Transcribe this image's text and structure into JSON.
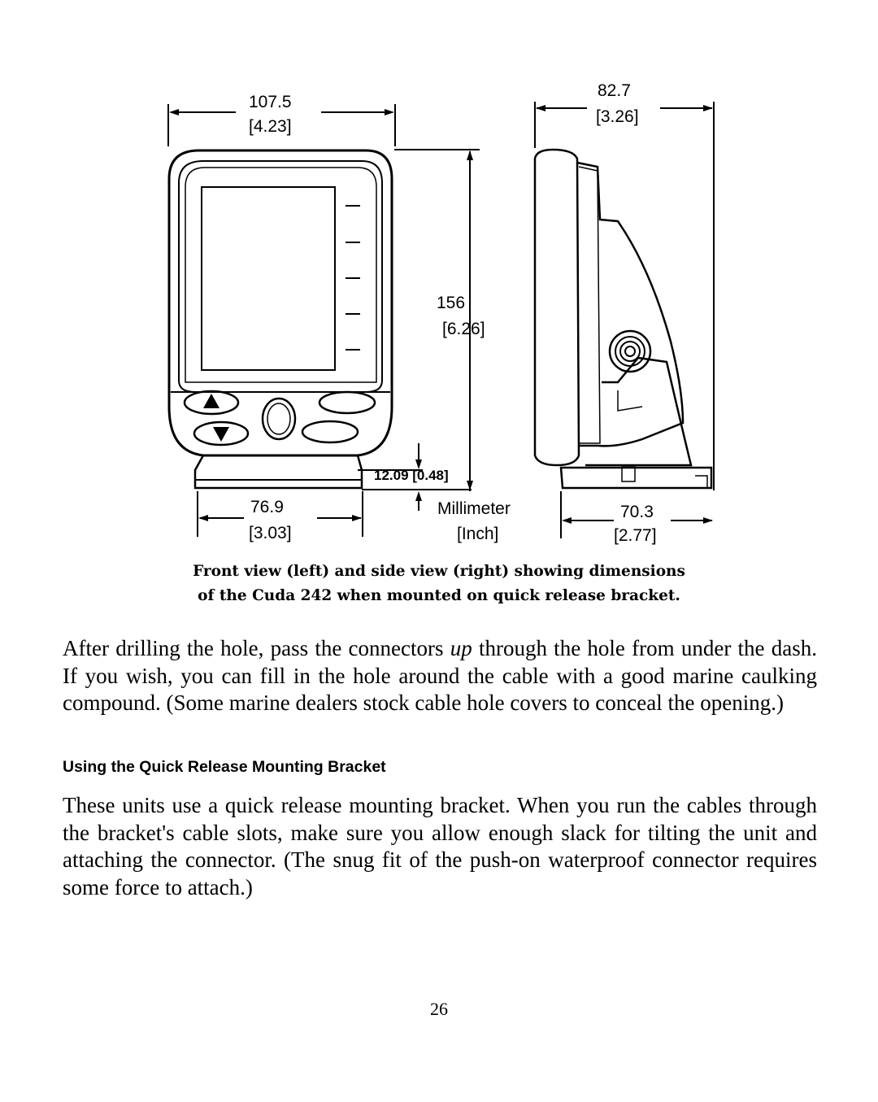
{
  "figure": {
    "width_mm": "107.5",
    "width_in": "[4.23]",
    "depth_mm": "82.7",
    "depth_in": "[3.26]",
    "height_mm": "156",
    "height_in": "[6.26]",
    "base_offset": "12.09 [0.48]",
    "base_width_mm": "76.9",
    "base_width_in": "[3.03]",
    "side_base_mm": "70.3",
    "side_base_in": "[2.77]",
    "legend_metric": "Millimeter",
    "legend_imperial": "[Inch]"
  },
  "caption": {
    "line1": "Front view (left) and side view (right) showing dimensions",
    "line2": "of the Cuda 242 when mounted on quick release bracket."
  },
  "paragraph1": {
    "before": "After drilling the hole, pass the connectors ",
    "emphasis": "up",
    "after": " through the hole from under the dash. If you wish, you can fill in the hole around the cable with a good marine caulking compound. (Some marine dealers stock cable hole covers to conceal the opening.)"
  },
  "section_heading": "Using the Quick Release Mounting Bracket",
  "paragraph2": "These units use a quick release mounting bracket. When you run the cables through the bracket's cable slots, make sure you allow enough slack for tilting the unit and attaching the connector. (The snug fit of the push-on waterproof connector requires some force to attach.)",
  "page_number": "26"
}
